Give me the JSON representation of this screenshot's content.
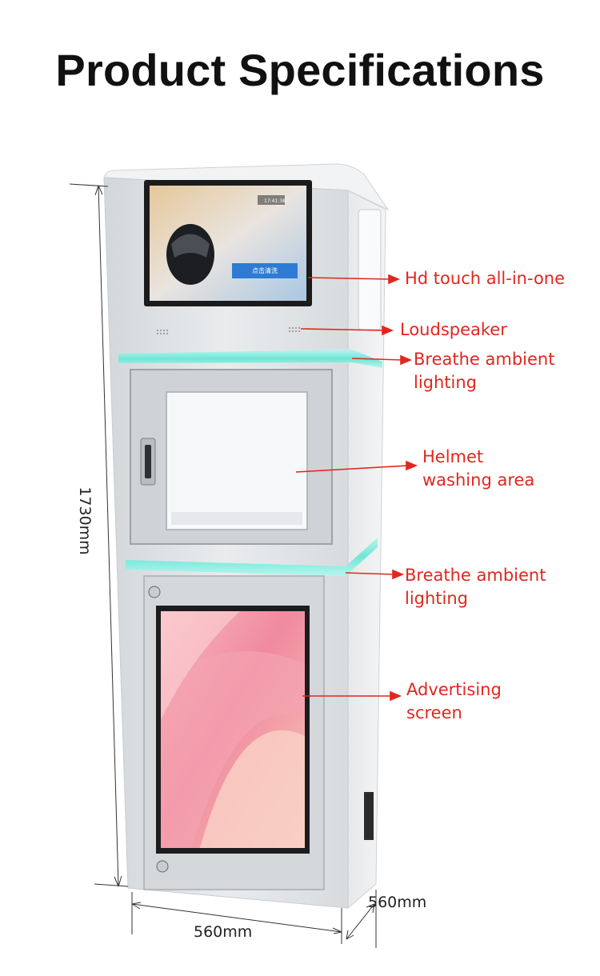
{
  "title": "Product Specifications",
  "screen": {
    "time": "17:41:38",
    "button_label": "点击清洗"
  },
  "labels": {
    "hd_touch": "Hd touch all-in-one",
    "loudspeaker": "Loudspeaker",
    "ambient_top_line1": "Breathe ambient",
    "ambient_top_line2": "lighting",
    "helmet_line1": "Helmet",
    "helmet_line2": "washing area",
    "ambient_bottom_line1": "Breathe ambient",
    "ambient_bottom_line2": "lighting",
    "advertising_line1": "Advertising",
    "advertising_line2": "screen"
  },
  "dimensions": {
    "height": "1730mm",
    "width": "560mm",
    "depth": "560mm"
  },
  "colors": {
    "label": "#e2261f",
    "cabinet": "#e3e5e7",
    "ambient_light": "#7de8da"
  }
}
